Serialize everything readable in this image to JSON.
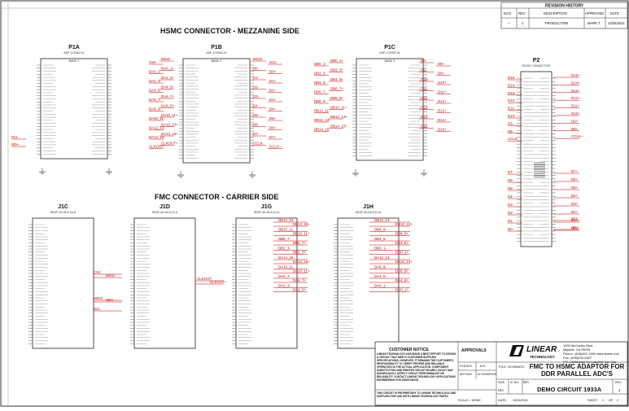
{
  "sections": {
    "top_title": "HSMC CONNECTOR - MEZZANINE SIDE",
    "bottom_title": "FMC CONNECTOR - CARRIER SIDE"
  },
  "components": [
    {
      "ref": "P1A",
      "part": "ASP-122952-01",
      "bank": "BANK 1"
    },
    {
      "ref": "P1B",
      "part": "ASP-122952-01",
      "bank": "BANK 2"
    },
    {
      "ref": "P1C",
      "part": "ASP-122952-01",
      "bank": "BANK 3"
    },
    {
      "ref": "P2",
      "part": "EDGE CONNECTOR",
      "bank": ""
    },
    {
      "ref": "J1C",
      "part": "SEAF-40-06.5-10-A",
      "bank": ""
    },
    {
      "ref": "J1D",
      "part": "SEAF-40-06.5-10-A",
      "bank": ""
    },
    {
      "ref": "J1G",
      "part": "SEAF-40-06.5-10-A",
      "bank": ""
    },
    {
      "ref": "J1H",
      "part": "SEAF-40-06.5-10-A",
      "bank": ""
    }
  ],
  "nets": {
    "p1a_left": [
      "SCL",
      "SDA"
    ],
    "p1b_left": [
      "CS0",
      "DA0_1-",
      "DA2_3-",
      "DA4_5-",
      "DA6_7-",
      "DA8_9-",
      "DA10_11-",
      "DA12_13-",
      "DA14_15-",
      "CLKOUT-"
    ],
    "p1b_inner_left": [
      "MISO",
      "DA0_1+",
      "DA2_3+",
      "DA4_5+",
      "DA6_7+",
      "DA8_9+",
      "DA10_11+",
      "DA12_13+",
      "DA14_15+",
      "CLKOUT+"
    ],
    "p1b_inner_right": [
      "MOSI",
      "D0-",
      "D1-",
      "D2-",
      "D3-",
      "D4-",
      "D5-",
      "D6-",
      "D7-",
      "CCLK-"
    ],
    "p1b_right": [
      "SCK",
      "D0+",
      "D1+",
      "D2+",
      "D3+",
      "D4+",
      "D5+",
      "D6+",
      "D7+",
      "CCLK+"
    ],
    "p1c_left": [
      "DB0_1-",
      "DB2_3-",
      "DB4_5-",
      "DB6_7-",
      "DB8_9-",
      "DB10_11-",
      "DB12_13-",
      "DB14_15-"
    ],
    "p1c_inner_left": [
      "DB0_1+",
      "DB2_3+",
      "DB4_5+",
      "DB6_7+",
      "DB8_9+",
      "DB10_11+",
      "DB12_13+",
      "DB14_15+"
    ],
    "p1c_inner_right": [
      "D8-",
      "D9-",
      "D10-",
      "D11-",
      "D12-",
      "D13-",
      "D14-",
      "D15-"
    ],
    "p1c_right": [
      "D8+",
      "D9+",
      "D10+",
      "D11+",
      "D12+",
      "D13+",
      "D14+",
      "D15+"
    ],
    "p2_left": [
      "D15-",
      "D14-",
      "D13-",
      "D12-",
      "D11-",
      "D10-",
      "D9-",
      "D8-",
      "CCLK-",
      "D7-",
      "D6-",
      "D5-",
      "D4-",
      "D3-",
      "D2-",
      "D1-",
      "D0-"
    ],
    "p2_right": [
      "D15+",
      "D14+",
      "D13+",
      "D12+",
      "D11+",
      "D10+",
      "D9+",
      "D8+",
      "CCLK+",
      "D7+",
      "D6+",
      "D5+",
      "D4+",
      "D3+",
      "D2+",
      "D1+",
      "D0+",
      "SCL",
      "SDA"
    ],
    "j1c": [
      "CS2",
      "MISO",
      "MOSI",
      "SDA",
      "SCL"
    ],
    "j1d": [
      "CLKOUT-",
      "CLKOUT+"
    ],
    "j1g": [
      "DB14_15-",
      "DB14_15+",
      "DB10_11-",
      "DB10_11+",
      "DB6_7-",
      "DB6_7+",
      "DB2_3-",
      "DB2_3+",
      "DA14_15-",
      "DA14_15+",
      "DA10_11-",
      "DA10_11+",
      "DA6_7-",
      "DA6_7+",
      "DA2_3-",
      "DA2_3+"
    ],
    "j1h": [
      "DB12_13-",
      "DB12_13+",
      "DB8_9-",
      "DB8_9+",
      "DB4_5-",
      "DB4_5+",
      "DB0_1-",
      "DB0_1+",
      "DA12_13-",
      "DA12_13+",
      "DA8_9-",
      "DA8_9+",
      "DA4_5-",
      "DA4_5+",
      "DA0_1-",
      "DA0_1+"
    ]
  },
  "revision_history": {
    "title": "REVISION HISTORY",
    "headers": [
      "ECO",
      "REV",
      "DESCRIPTION",
      "APPROVED",
      "DATE"
    ],
    "rows": [
      [
        "–",
        "1",
        "PRODUCTION",
        "MARK T.",
        "10/26/2011"
      ]
    ]
  },
  "title_block": {
    "notice_title": "CUSTOMER NOTICE",
    "notice_text": "LINEAR TECHNOLOGY HAS MADE A BEST EFFORT TO DESIGN A CIRCUIT THAT MEETS CUSTOMER-SUPPLIED SPECIFICATIONS; HOWEVER, IT REMAINS THE CUSTOMER'S RESPONSIBILITY TO VERIFY PROPER AND RELIABLE OPERATION IN THE ACTUAL APPLICATION. COMPONENT SUBSTITUTION AND PRINTED CIRCUIT BOARD LAYOUT MAY SIGNIFICANTLY AFFECT CIRCUIT PERFORMANCE OR RELIABILITY. CONTACT LINEAR TECHNOLOGY APPLICATIONS ENGINEERING FOR ASSISTANCE.",
    "proprietary": "THIS CIRCUIT IS PROPRIETARY TO LINEAR TECHNOLOGY AND SUPPLIED FOR USE WITH LINEAR TECHNOLOGY PARTS.",
    "approvals": "APPROVALS",
    "pcb_des_label": "PCB DES.",
    "pcb_des": "M.H.",
    "app_eng_label": "APP ENG.",
    "app_eng": "M.THOMPSON",
    "company": "LINEAR",
    "company_sub": "TECHNOLOGY",
    "address": [
      "1630 McCarthy Blvd.",
      "Milpitas, CA 95035",
      "Phone: (408)432-1900  www.linear.com",
      "Fax: (408)434-0507",
      "LTC Confidential-For Customer Use Only"
    ],
    "title_label": "TITLE:",
    "schematic": "SCHEMATIC",
    "title": "FMC TO HSMC ADAPTOR FOR DDR PARALLEL ADC'S",
    "size_label": "SIZE",
    "size": "N/A",
    "ic_label": "IC NO.",
    "ic": "N/A",
    "demo": "DEMO CIRCUIT 1933A",
    "rev_label": "REV.",
    "rev": "1",
    "scale": "SCALE = NONE",
    "date_label": "DATE:",
    "date": "10/26/2011",
    "sheet_label": "SHEET",
    "sheet": "1",
    "of_label": "OF",
    "sheets": "2"
  }
}
